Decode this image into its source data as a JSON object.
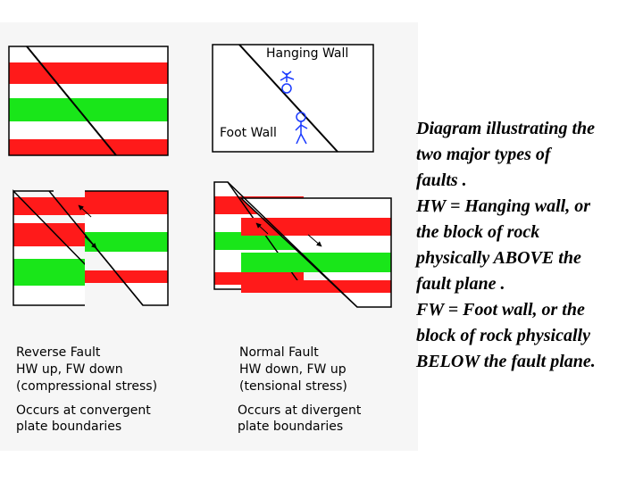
{
  "colors": {
    "red_stratum": "#ff1a1a",
    "green_stratum": "#19e619",
    "white_stratum": "#ffffff",
    "panel_background": "#f6f6f6",
    "outline": "#000000",
    "figure": "#1a3aff"
  },
  "top_diagram": {
    "hanging_wall_label": "Hanging Wall",
    "foot_wall_label": "Foot Wall"
  },
  "reverse_fault": {
    "title": "Reverse Fault",
    "line2": "HW up,  FW down",
    "line3": "(compressional stress)",
    "line4": "Occurs at convergent",
    "line5": "plate boundaries"
  },
  "normal_fault": {
    "title": "Normal Fault",
    "line2": "HW down,  FW up",
    "line3": "(tensional stress)",
    "line4": "Occurs at divergent",
    "line5": "plate boundaries"
  },
  "caption_lines": [
    "Diagram illustrating the",
    "two major types of",
    "faults .",
    "HW = Hanging wall, or",
    "the block of rock",
    "physically ABOVE the",
    "fault plane .",
    "FW = Foot wall, or the",
    "block of rock physically",
    "BELOW the fault plane."
  ]
}
